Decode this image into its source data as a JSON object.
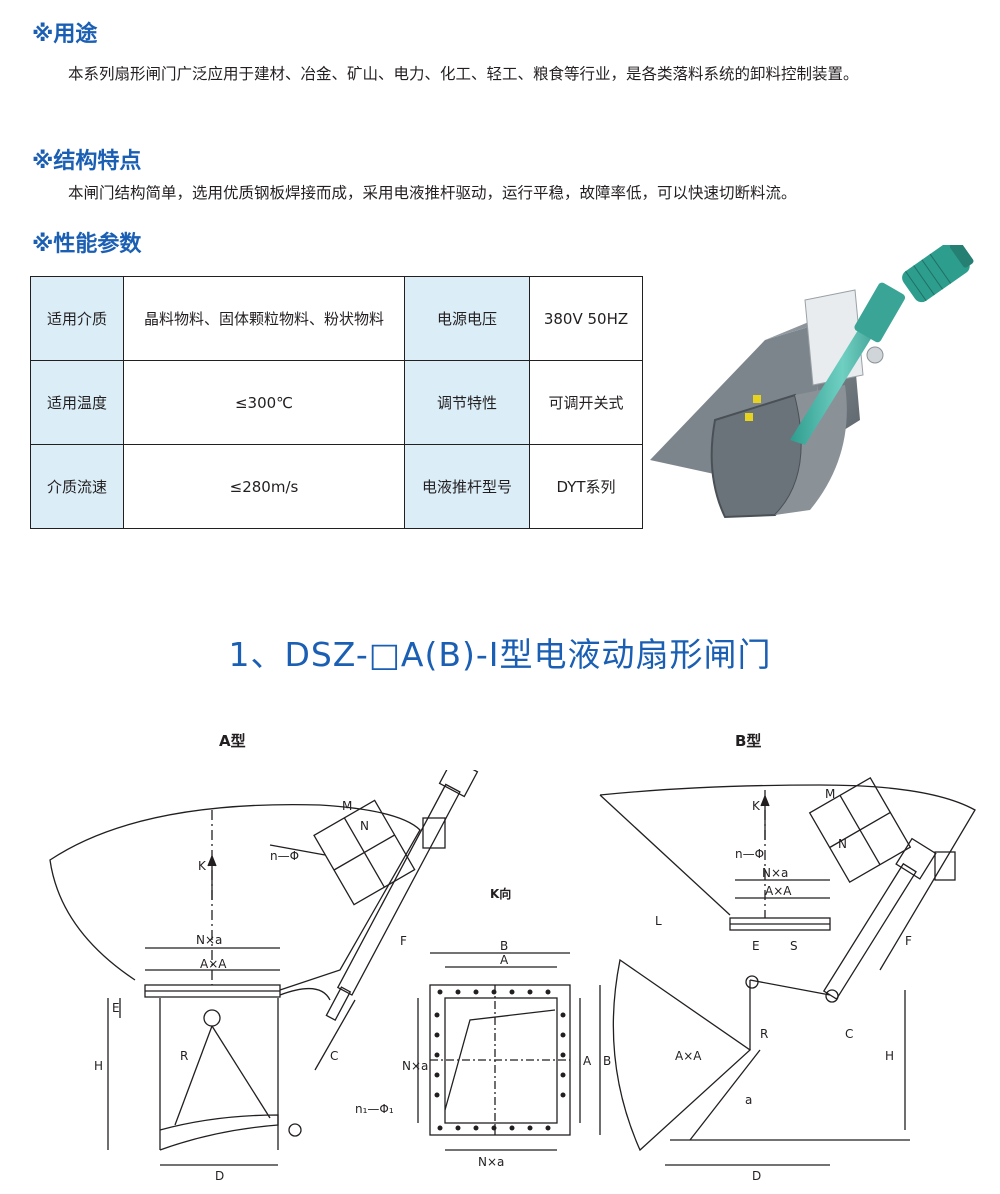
{
  "sections": {
    "use": {
      "title": "※用途",
      "text": "本系列扇形闸门广泛应用于建材、冶金、矿山、电力、化工、轻工、粮食等行业，是各类落料系统的卸料控制装置。"
    },
    "structure": {
      "title": "※结构特点",
      "text": "本闸门结构简单，选用优质钢板焊接而成，采用电液推杆驱动，运行平稳，故障率低，可以快速切断料流。"
    },
    "performance": {
      "title": "※性能参数"
    }
  },
  "params_table": {
    "rows": [
      {
        "label1": "适用介质",
        "value1": "晶料物料、固体颗粒物料、粉状物料",
        "label2": "电源电压",
        "value2": "380V  50HZ"
      },
      {
        "label1": "适用温度",
        "value1": "≤300℃",
        "label2": "调节特性",
        "value2": "可调开关式"
      },
      {
        "label1": "介质流速",
        "value1": "≤280m/s",
        "label2": "电液推杆型号",
        "value2": "DYT系列"
      }
    ]
  },
  "product_title": "1、DSZ-□A(B)-Ⅰ型电液动扇形闸门",
  "drawings": {
    "type_a_label": "A型",
    "type_b_label": "B型",
    "k_view_label": "K向",
    "dims_a": {
      "K": "K",
      "n_phi": "n—Φ",
      "M": "M",
      "N": "N",
      "Nxa": "N×a",
      "AxA": "A×A",
      "E": "E",
      "H": "H",
      "R": "R",
      "D": "D",
      "C": "C",
      "F": "F"
    },
    "dims_k": {
      "B": "B",
      "A": "A",
      "Nxa": "N×a",
      "n1phi1": "n₁—Φ₁"
    },
    "dims_b": {
      "K": "K",
      "n_phi": "n—Φ",
      "M": "M",
      "N": "N",
      "Nxa": "N×a",
      "AxA": "A×A",
      "L": "L",
      "E": "E",
      "S": "S",
      "F": "F",
      "C": "C",
      "H": "H",
      "D": "D",
      "R": "R",
      "a": "a"
    }
  }
}
